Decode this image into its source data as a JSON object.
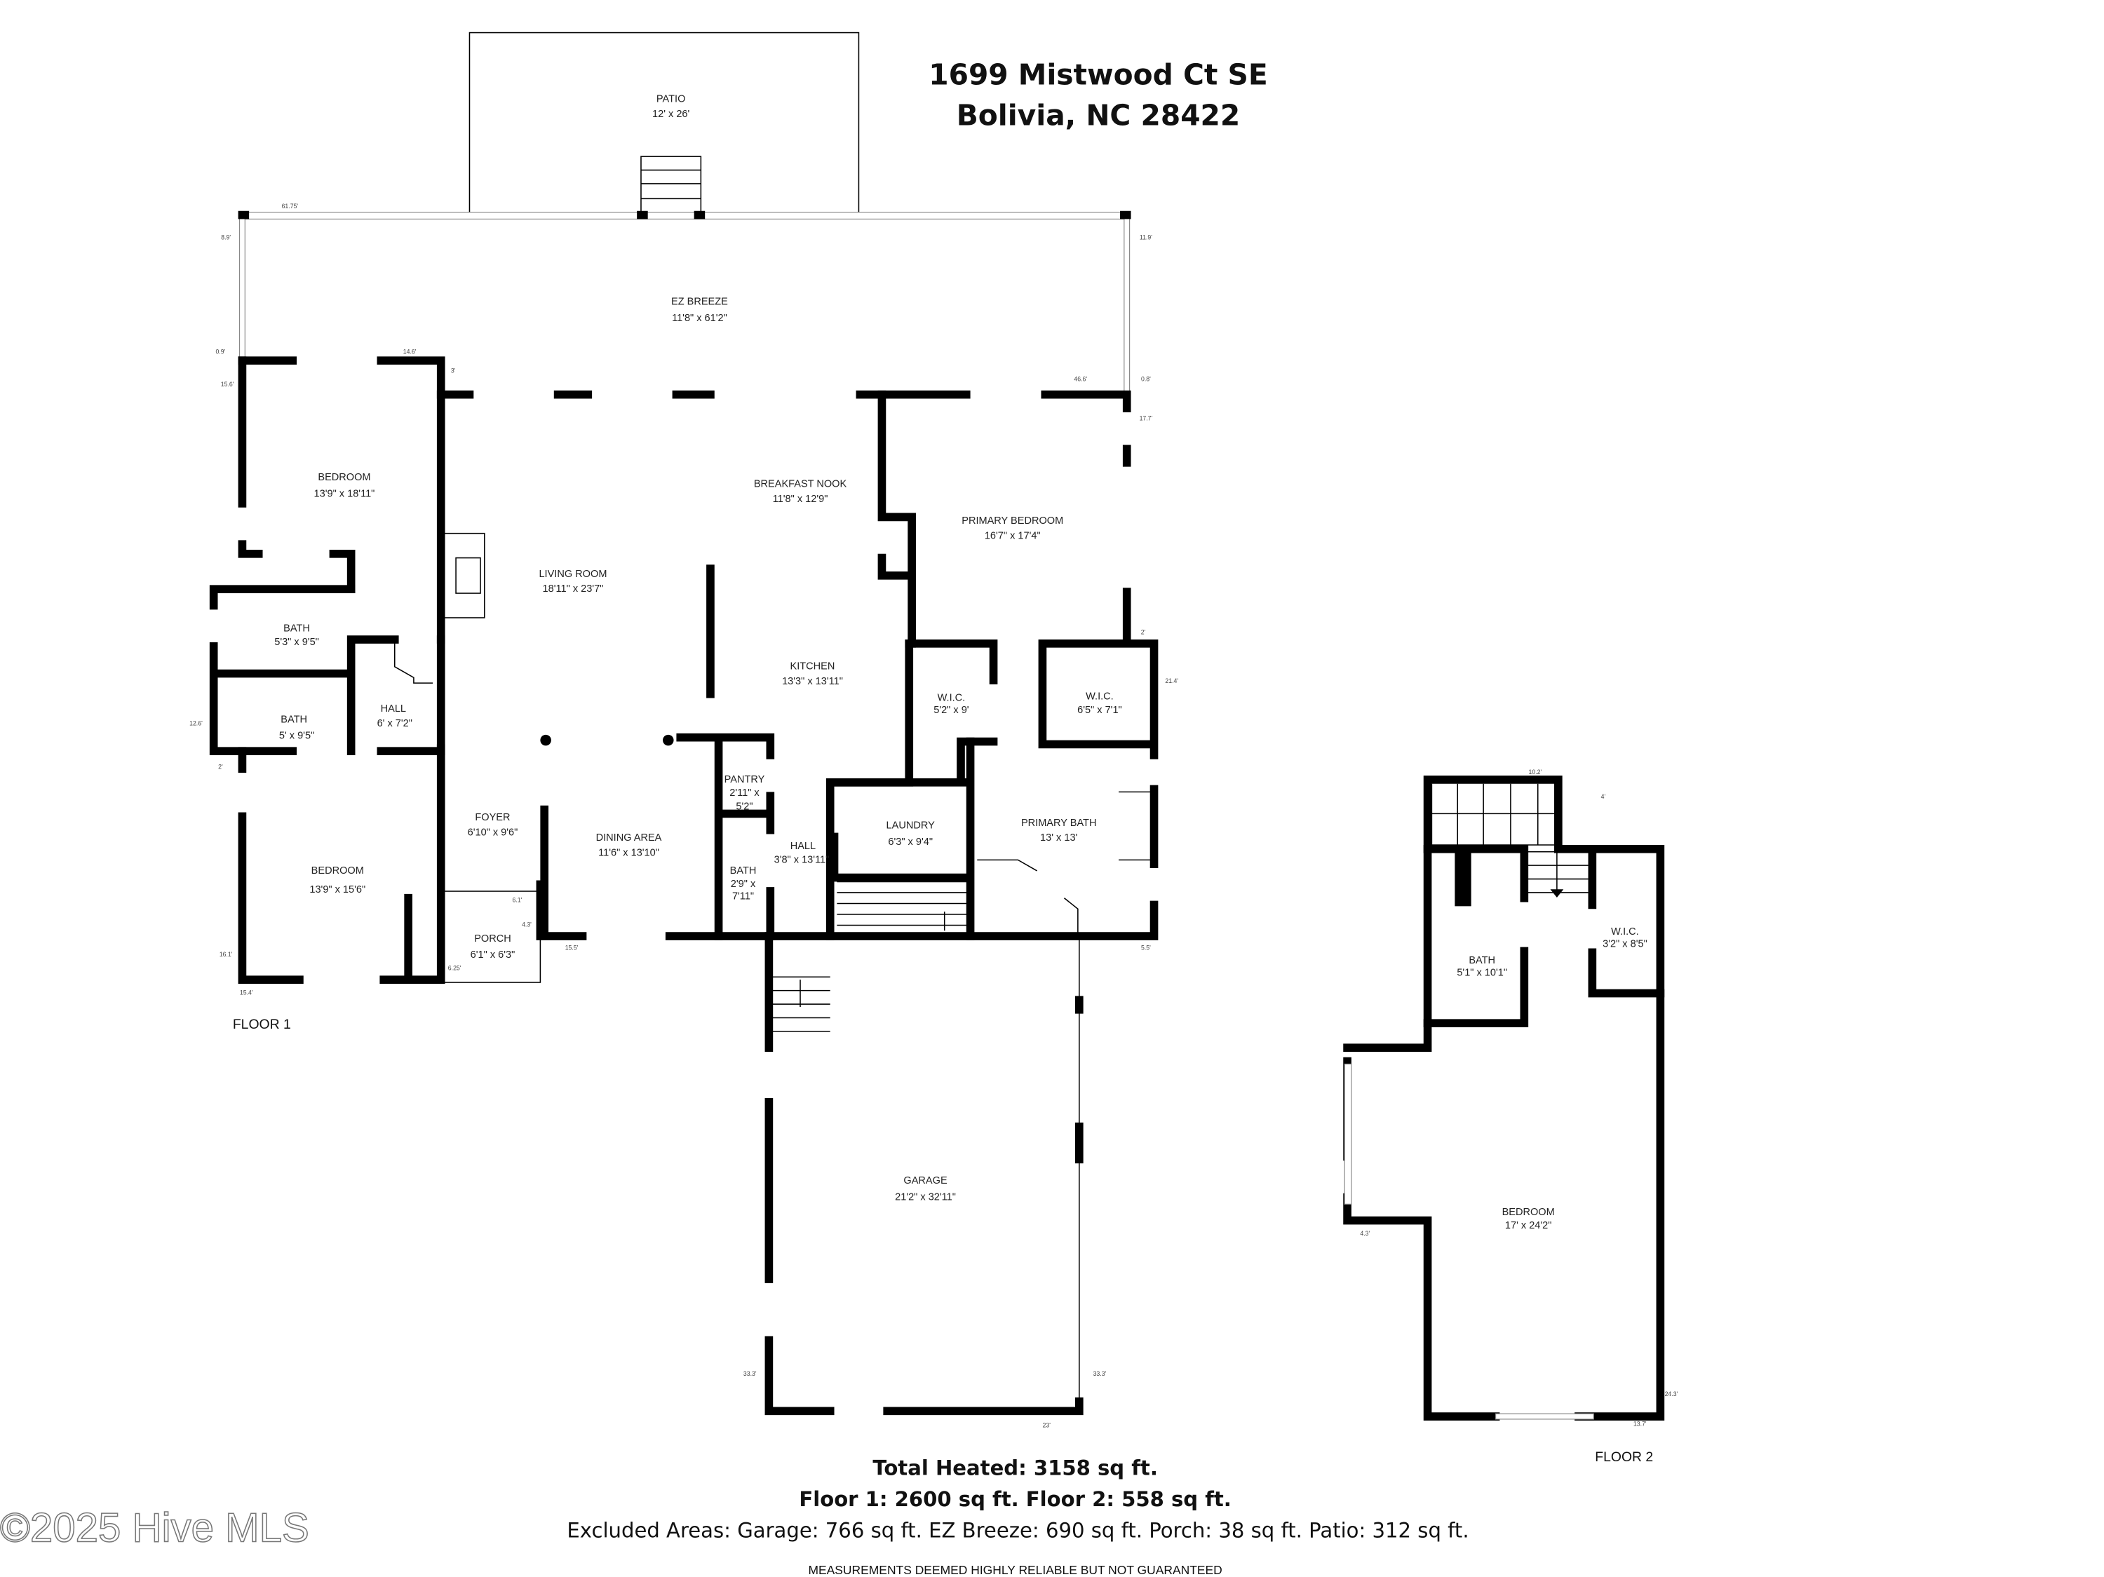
{
  "header": {
    "address_line1": "1699 Mistwood Ct SE",
    "address_line2": "Bolivia, NC 28422"
  },
  "watermark": "©2025 Hive MLS",
  "floor1": {
    "label": "FLOOR 1",
    "rooms": {
      "patio": {
        "name": "PATIO",
        "dims": "12' x 26'"
      },
      "ez_breeze": {
        "name": "EZ BREEZE",
        "dims": "11'8\" x 61'2\""
      },
      "bedroom_a": {
        "name": "BEDROOM",
        "dims": "13'9\" x 18'11\""
      },
      "bath_a": {
        "name": "BATH",
        "dims": "5'3\" x 9'5\""
      },
      "bath_b": {
        "name": "BATH",
        "dims": "5' x 9'5\""
      },
      "hall_a": {
        "name": "HALL",
        "dims": "6' x 7'2\""
      },
      "bedroom_b": {
        "name": "BEDROOM",
        "dims": "13'9\" x 15'6\""
      },
      "foyer": {
        "name": "FOYER",
        "dims": "6'10\" x 9'6\""
      },
      "porch": {
        "name": "PORCH",
        "dims": "6'1\" x 6'3\""
      },
      "living": {
        "name": "LIVING ROOM",
        "dims": "18'11\" x 23'7\""
      },
      "breakfast": {
        "name": "BREAKFAST NOOK",
        "dims": "11'8\" x 12'9\""
      },
      "kitchen": {
        "name": "KITCHEN",
        "dims": "13'3\" x 13'11\""
      },
      "dining": {
        "name": "DINING AREA",
        "dims": "11'6\" x 13'10\""
      },
      "pantry": {
        "name": "PANTRY",
        "dims1": "2'11\" x",
        "dims2": "5'2\""
      },
      "bath_c": {
        "name": "BATH",
        "dims1": "2'9\" x",
        "dims2": "7'11\""
      },
      "hall_b": {
        "name": "HALL",
        "dims": "3'8\" x 13'11\""
      },
      "laundry": {
        "name": "LAUNDRY",
        "dims": "6'3\" x 9'4\""
      },
      "primary_bedroom": {
        "name": "PRIMARY BEDROOM",
        "dims": "16'7\" x 17'4\""
      },
      "wic_a": {
        "name": "W.I.C.",
        "dims": "5'2\" x 9'"
      },
      "wic_b": {
        "name": "W.I.C.",
        "dims": "6'5\" x 7'1\""
      },
      "primary_bath": {
        "name": "PRIMARY BATH",
        "dims": "13' x 13'"
      },
      "garage": {
        "name": "GARAGE",
        "dims": "21'2\" x 32'11\""
      }
    },
    "measurements": [
      "61.75'",
      "8.9'",
      "0.9'",
      "14.6'",
      "15.6'",
      "3'",
      "46.6'",
      "0.8'",
      "11.9'",
      "17.7'",
      "2'",
      "21.4'",
      "12.6'",
      "2'",
      "16.1'",
      "15.4'",
      "6.1'",
      "4.3'",
      "6.25'",
      "15.5'",
      "5.5'",
      "33.3'",
      "33.3'",
      "23'"
    ]
  },
  "floor2": {
    "label": "FLOOR 2",
    "rooms": {
      "bath": {
        "name": "BATH",
        "dims": "5'1\" x 10'1\""
      },
      "wic": {
        "name": "W.I.C.",
        "dims": "3'2\" x 8'5\""
      },
      "bedroom": {
        "name": "BEDROOM",
        "dims": "17' x 24'2\""
      }
    },
    "measurements": [
      "10.2'",
      "4'",
      "4.3'",
      "24.3'",
      "13.7'"
    ]
  },
  "summary": {
    "total_heated": "Total Heated: 3158 sq ft.",
    "floors": "Floor 1: 2600 sq ft. Floor 2: 558 sq ft.",
    "excluded": "Excluded Areas: Garage: 766 sq ft. EZ Breeze: 690 sq ft. Porch: 38 sq ft. Patio: 312 sq ft.",
    "disclaimer": "MEASUREMENTS DEEMED HIGHLY RELIABLE BUT NOT GUARANTEED"
  }
}
